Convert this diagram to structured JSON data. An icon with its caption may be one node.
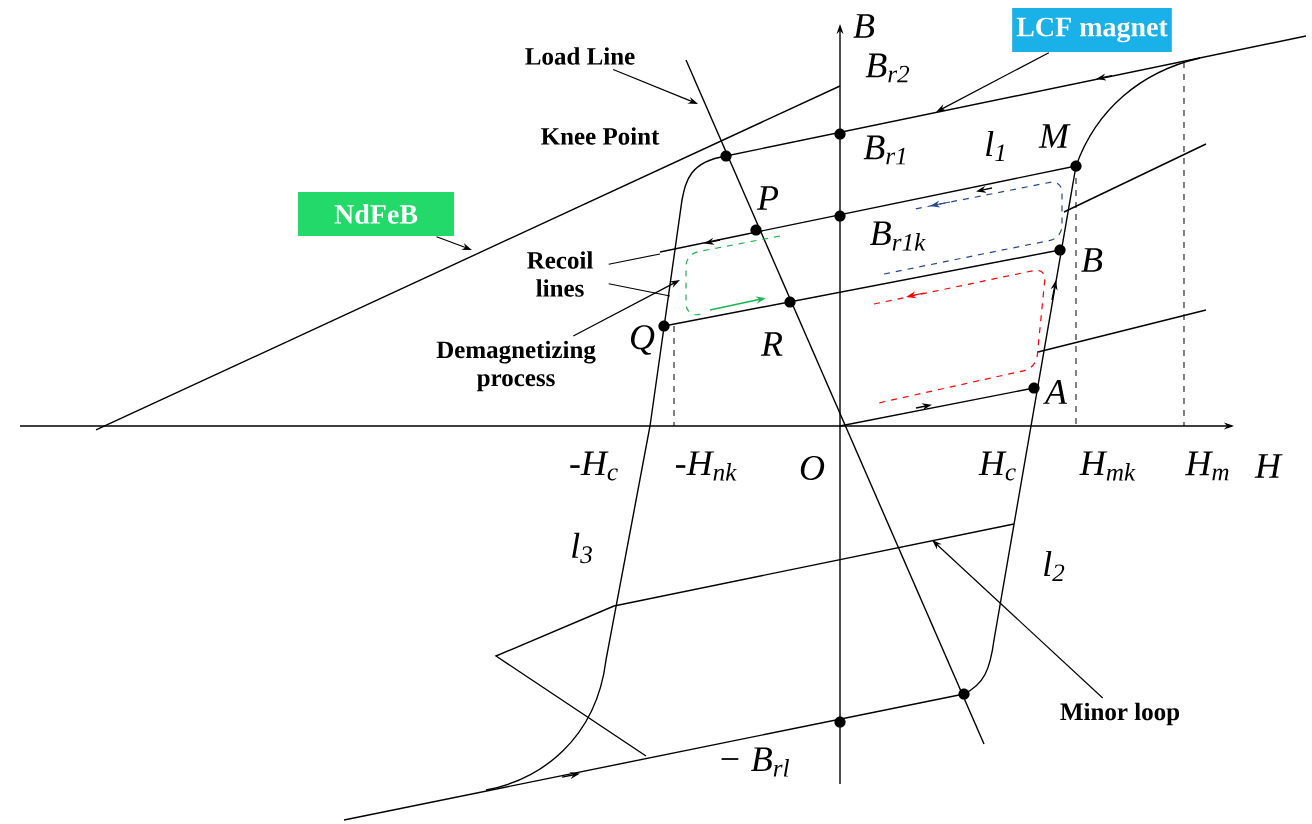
{
  "diagram": {
    "nodes": [
      {
        "text": [
          "LCF magnet"
        ]
      },
      {
        "text": [
          "Load Line"
        ]
      },
      {
        "text": [
          "NdFeB"
        ]
      },
      {
        "text": [
          "Recoil lines"
        ]
      },
      {
        "text": [
          "Demagnetizing process"
        ]
      },
      {
        "text": [
          "Minor loop"
        ]
      }
    ],
    "edges": [
      {
        "from": 0,
        "to": null,
        "arrow": "to"
      },
      {
        "from": 1,
        "to": null,
        "arrow": "to"
      },
      {
        "from": 2,
        "to": null,
        "arrow": "to"
      },
      {
        "from": 3,
        "to": null,
        "arrow": "none"
      },
      {
        "from": 3,
        "to": null,
        "arrow": "none"
      },
      {
        "from": 4,
        "to": null,
        "arrow": "to"
      },
      {
        "from": 5,
        "to": null,
        "arrow": "to"
      }
    ],
    "labels": [
      "B",
      "B$_{r2}$",
      "Knee Point",
      "B$_{r1}$",
      "l$_{1}$",
      "M",
      "P",
      "B$_{r1k}$",
      "B",
      "Q",
      "R",
      "A",
      "-H$_{c}$",
      "-H$_{nk}$",
      "O",
      "H$_{c}$",
      "H$_{mk}$",
      "H$_{m}$",
      "H",
      "l$_{3}$",
      "l$_{2}$",
      "− B$_{rl}$"
    ]
  }
}
